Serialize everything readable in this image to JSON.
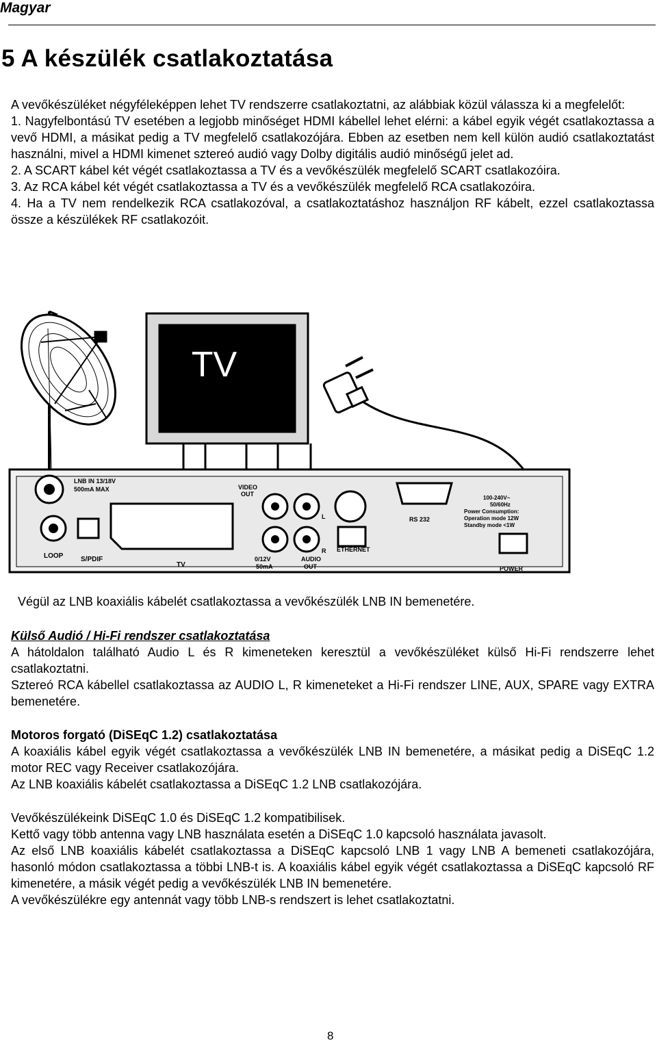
{
  "header": {
    "language": "Magyar"
  },
  "chapter": {
    "title": "5  A készülék csatlakoztatása"
  },
  "intro": {
    "p1": "A vevőkészüléket négyféleképpen lehet TV rendszerre csatlakoztatni, az alábbiak közül válassza ki a megfelelőt:",
    "item1": "1. Nagyfelbontású TV esetében a legjobb minőséget HDMI kábellel lehet elérni: a kábel egyik végét csatlakoztassa a vevő HDMI, a másikat pedig a TV megfelelő csatlakozójára. Ebben az esetben nem kell külön audió csatlakoztatást használni, mivel a HDMI kimenet sztereó audió vagy Dolby digitális audió minőségű jelet ad.",
    "item2": "2. A SCART kábel két végét csatlakoztassa a TV és a vevőkészülék megfelelő SCART csatlakozóira.",
    "item3": "3. Az RCA kábel két végét csatlakoztassa a TV és a vevőkészülék megfelelő RCA csatlakozóira.",
    "item4": "4. Ha a TV nem rendelkezik RCA csatlakozóval, a csatlakoztatáshoz használjon RF kábelt, ezzel csatlakoztassa össze a készülékek RF csatlakozóit."
  },
  "diagram": {
    "tv_label": "TV",
    "lnb_label": "LNB IN 13/18V",
    "lnb_sub": "500mA MAX",
    "loop_label": "LOOP",
    "spdif_label": "S/PDIF",
    "tv_scart_label": "TV",
    "video_out": "VIDEO",
    "video_out2": "OUT",
    "dc_label": "0/12V",
    "dc_sub": "50mA",
    "audio_out": "AUDIO",
    "audio_out2": "OUT",
    "audio_l": "L",
    "audio_r": "R",
    "rs232_label": "RS 232",
    "ethernet_label": "ETHERNET",
    "power_label": "POWER",
    "spec1": "100-240V~",
    "spec2": "50/60Hz",
    "spec3": "Power Consumption:",
    "spec4": "Operation mode 12W",
    "spec5": "Standby mode <1W"
  },
  "caption": "Végül az LNB koaxiális kábelét csatlakoztassa a vevőkészülék LNB IN bemenetére.",
  "hifi": {
    "heading": "Külső Audió / Hi-Fi rendszer csatlakoztatása",
    "p1": "A hátoldalon található Audio L és R kimeneteken keresztül a vevőkészüléket külső Hi-Fi rendszerre lehet csatlakoztatni.",
    "p2": "Sztereó RCA kábellel csatlakoztassa az AUDIO L, R kimeneteket a Hi-Fi rendszer LINE, AUX, SPARE vagy EXTRA bemenetére."
  },
  "motor": {
    "heading": "Motoros forgató (DiSEqC 1.2) csatlakoztatása",
    "p1": "A koaxiális kábel egyik végét csatlakoztassa a vevőkészülék LNB IN bemenetére, a másikat pedig a DiSEqC 1.2 motor REC vagy Receiver csatlakozójára.",
    "p2": "Az LNB koaxiális kábelét csatlakoztassa a DiSEqC 1.2 LNB csatlakozójára."
  },
  "compat": {
    "p1": "Vevőkészülékeink DiSEqC 1.0 és DiSEqC 1.2 kompatibilisek.",
    "p2": "Kettő vagy több antenna vagy LNB használata esetén a DiSEqC 1.0 kapcsoló használata javasolt.",
    "p3": "Az első LNB koaxiális kábelét csatlakoztassa a DiSEqC kapcsoló LNB 1 vagy LNB A bemeneti csatlakozójára, hasonló módon csatlakoztassa a többi LNB-t is. A koaxiális kábel egyik végét csatlakoztassa a DiSEqC kapcsoló RF kimenetére, a másik végét pedig a vevőkészülék LNB IN bemenetére.",
    "p4": "A vevőkészülékre egy antennát vagy több LNB-s rendszert is lehet csatlakoztatni."
  },
  "page_number": "8"
}
